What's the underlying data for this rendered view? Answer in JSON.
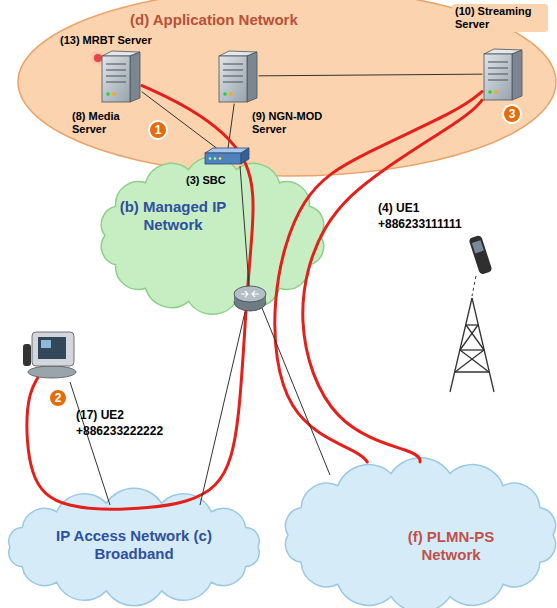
{
  "diagram": {
    "nodes": [
      {
        "text": [
          "(d) Application Network"
        ]
      },
      {
        "text": [
          "(13) MRBT Server",
          "(8) Media Server"
        ],
        "in": 0
      },
      {
        "text": [
          "(9) NGN-MOD Server"
        ],
        "in": 0
      },
      {
        "text": [
          "(10) Streaming Server"
        ],
        "in": 0
      },
      {
        "text": [
          "(3) SBC"
        ]
      },
      {
        "text": [
          "(b) Managed IP Network"
        ]
      },
      {
        "text": [
          "(4) UE1",
          "+886233111111"
        ]
      },
      {
        "text": [
          "(17) UE2",
          "+886233222222"
        ]
      },
      {
        "text": [
          "IP Access Network (c) Broadband"
        ]
      },
      {
        "text": [
          "(f) PLMN-PS Network"
        ]
      }
    ],
    "edges": [
      {
        "from": 2,
        "to": 3,
        "arrow": "none"
      },
      {
        "from": 2,
        "to": 4,
        "arrow": "none"
      },
      {
        "from": 1,
        "to": 4,
        "arrow": "none"
      },
      {
        "from": 3,
        "to": 9,
        "arrow": "none"
      },
      {
        "from": 3,
        "to": 9,
        "arrow": "none"
      },
      {
        "from": 1,
        "to": 7,
        "arrow": "none"
      }
    ],
    "labels": [
      "1",
      "2",
      "3"
    ]
  }
}
